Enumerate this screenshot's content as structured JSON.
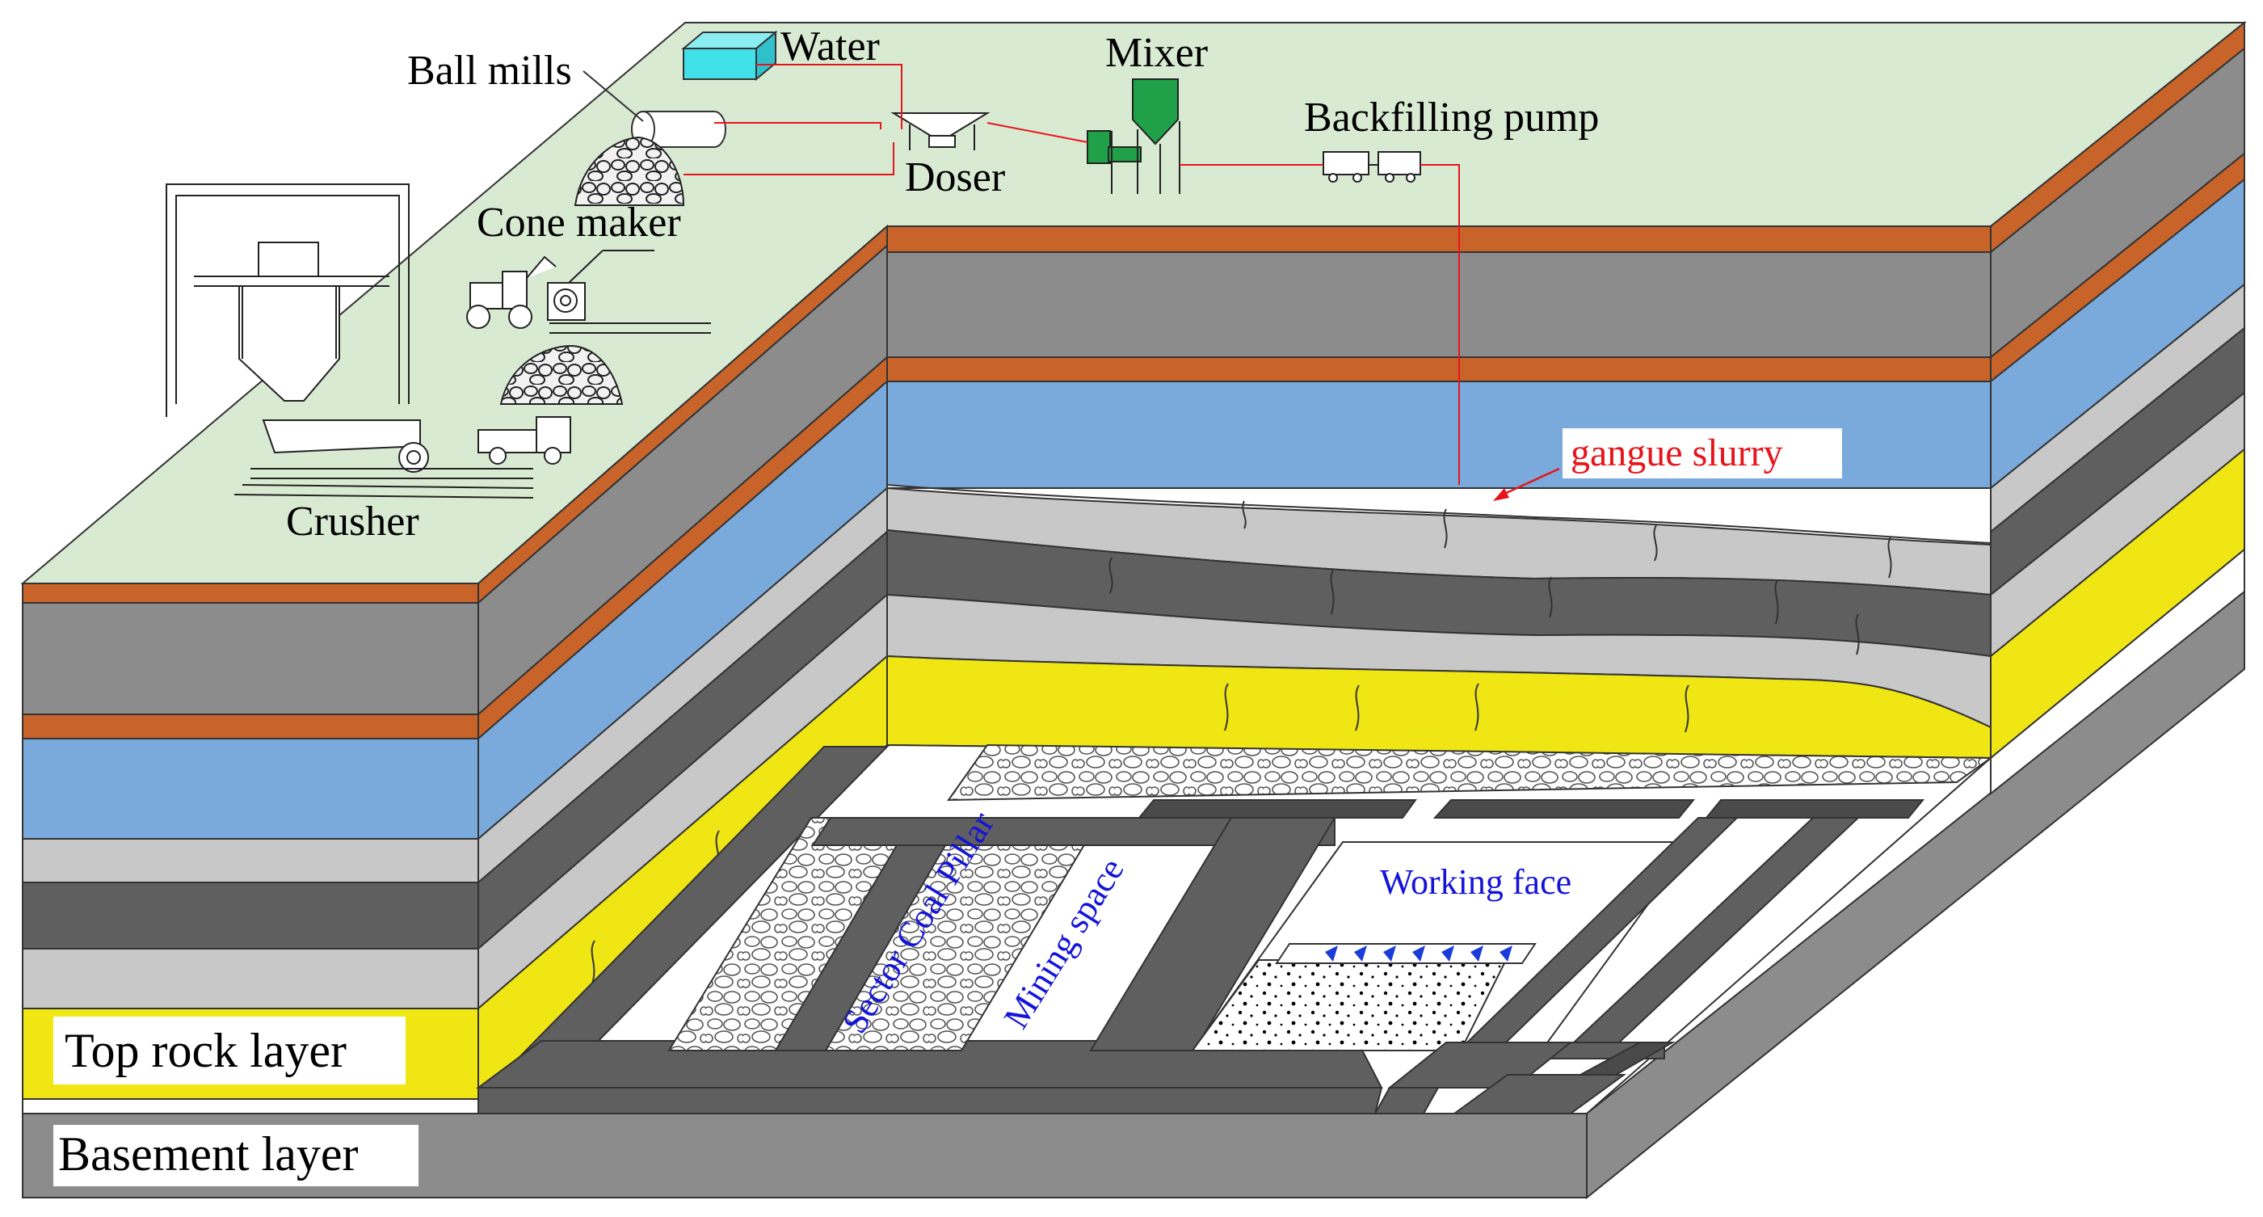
{
  "figure": {
    "labels": {
      "water": "Water",
      "ball_mills": "Ball mills",
      "mixer": "Mixer",
      "doser": "Doser",
      "backfilling_pump": "Backfilling pump",
      "cone_maker": "Cone maker",
      "crusher": "Crusher",
      "gangue_slurry": "gangue slurry",
      "sector_coal_pillar": "Sector Coal Pillar",
      "mining_space": "Mining space",
      "working_face": "Working face",
      "top_rock_layer": "Top rock layer",
      "basement_layer": "Basement layer"
    },
    "colors": {
      "surface": "#d9ead3",
      "topsoil": "#c8642a",
      "gray_rock": "#8c8c8c",
      "aquifer": "#7aaadc",
      "light_gray": "#c8c8c8",
      "dark_gray": "#5f5f5f",
      "yellow_rock": "#f0e614",
      "pipe": "#e8141b",
      "mixer": "#20a048",
      "water_tank": "#40e0e8",
      "blue_text": "#1414d9"
    }
  }
}
